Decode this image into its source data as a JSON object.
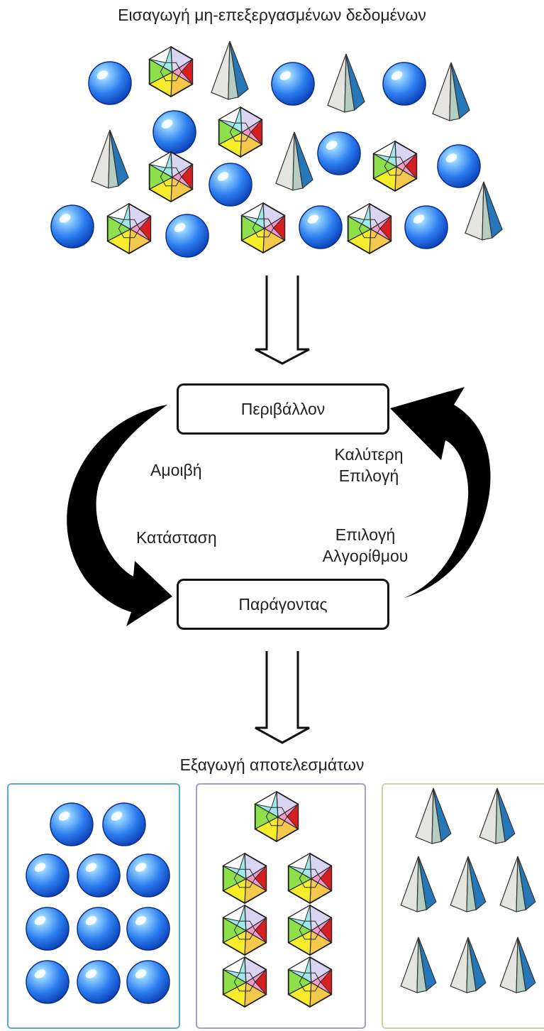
{
  "texts": {
    "input_title": "Εισαγωγή μη-επεξεργασμένων δεδομένων",
    "environment": "Περιβάλλον",
    "agent": "Παράγοντας",
    "reward": "Αμοιβή",
    "state": "Κατάσταση",
    "best_choice": "Καλύτερη\nΕπιλογή",
    "algorithm_choice": "Επιλογή\nΑλγορίθμου",
    "output_title": "Εξαγωγή αποτελεσμάτων"
  },
  "colors": {
    "sphere": "#1e63e6",
    "sphere_light": "#8fd0ff",
    "pyramid_light": "#e4e4e0",
    "pyramid_mid": "#b5cec3",
    "pyramid_dark": "#2577b8",
    "panel_spheres": "#5aa6d0",
    "panel_polyhedra": "#a99cc6",
    "panel_pyramids": "#c9d3a0",
    "arrow": "#000000"
  },
  "icons": {
    "sphere": "sphere-icon",
    "polyhedron": "icosahedron-icon",
    "pyramid": "pyramid-icon"
  }
}
